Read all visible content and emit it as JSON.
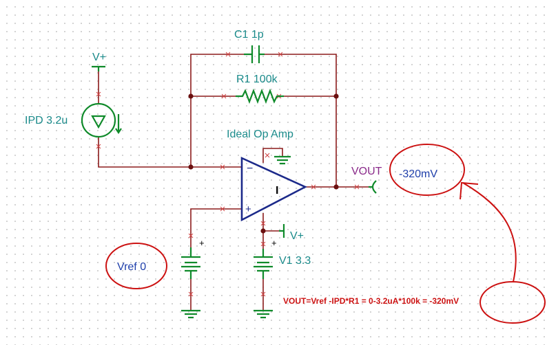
{
  "components": {
    "capacitor": "C1 1p",
    "resistor": "R1 100k",
    "photodiode": "IPD 3.2u",
    "supply_top": "V+",
    "opamp": "Ideal Op Amp",
    "opamp_minus": "−",
    "opamp_plus": "+",
    "opamp_mark": "I",
    "supply_right": "V+",
    "battery_vref_plus": "+",
    "battery_v1_plus": "+",
    "battery_v1": "V1 3.3"
  },
  "output": {
    "label": "VOUT",
    "value": "-320mV"
  },
  "annotations": {
    "vref_circle": "Vref 0",
    "formula": "VOUT=Vref -IPD*R1 = 0-3.2uA*100k = -320mV",
    "result_circle": "-320mV"
  },
  "colors": {
    "wire": "#8b1a1a",
    "component": "#0f8a2a",
    "opamp": "#1c2a8a",
    "label": "#1a8a8a",
    "vout_label": "#8a2a8a",
    "value": "#1f3faa",
    "annotation": "#cc1111"
  }
}
